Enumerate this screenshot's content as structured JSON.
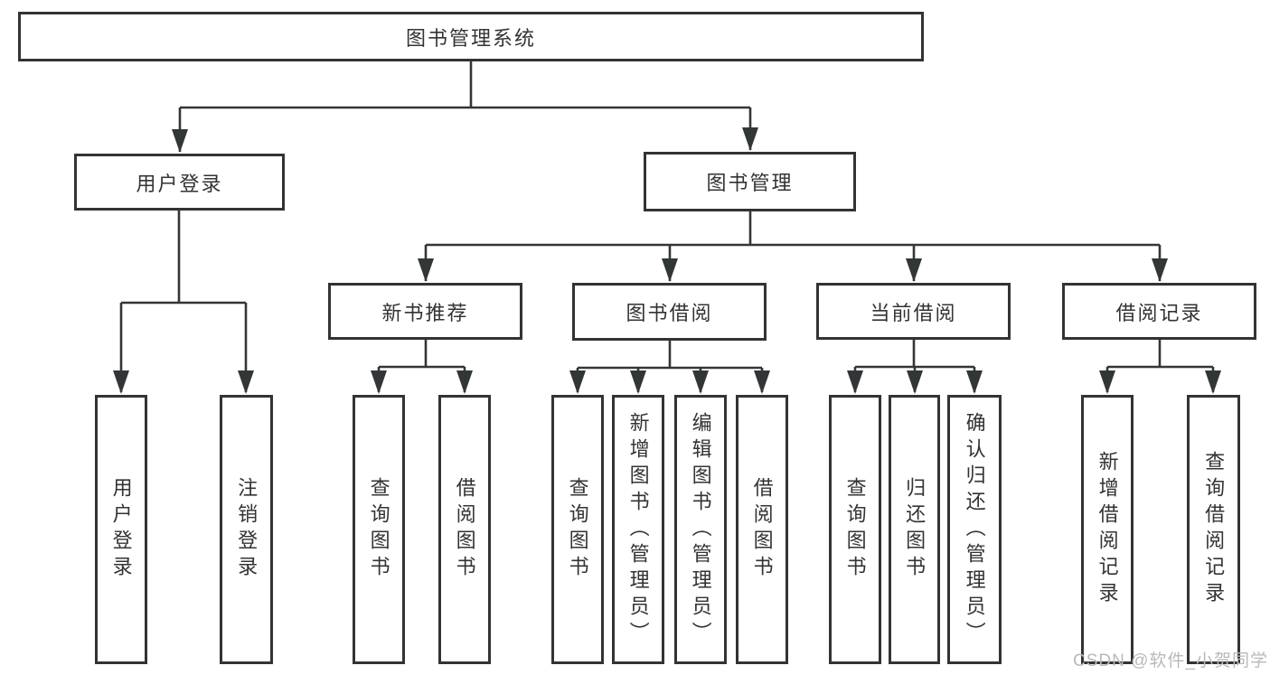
{
  "tree": {
    "label": "图书管理系统",
    "children": [
      {
        "label": "用户登录",
        "children": [
          {
            "label": "用户登录"
          },
          {
            "label": "注销登录"
          }
        ]
      },
      {
        "label": "图书管理",
        "children": [
          {
            "label": "新书推荐",
            "children": [
              {
                "label": "查询图书"
              },
              {
                "label": "借阅图书"
              }
            ]
          },
          {
            "label": "图书借阅",
            "children": [
              {
                "label": "查询图书"
              },
              {
                "label": "新增图书（管理员）"
              },
              {
                "label": "编辑图书（管理员）"
              },
              {
                "label": "借阅图书"
              }
            ]
          },
          {
            "label": "当前借阅",
            "children": [
              {
                "label": "查询图书"
              },
              {
                "label": "归还图书"
              },
              {
                "label": "确认归还（管理员）"
              }
            ]
          },
          {
            "label": "借阅记录",
            "children": [
              {
                "label": "新增借阅记录"
              },
              {
                "label": "查询借阅记录"
              }
            ]
          }
        ]
      }
    ]
  },
  "watermark": "CSDN @软件_小贺同学",
  "colors": {
    "line": "#333637",
    "box_border": "#333333",
    "text": "#333333",
    "background": "#ffffff",
    "watermark": "#b9b9b9"
  }
}
